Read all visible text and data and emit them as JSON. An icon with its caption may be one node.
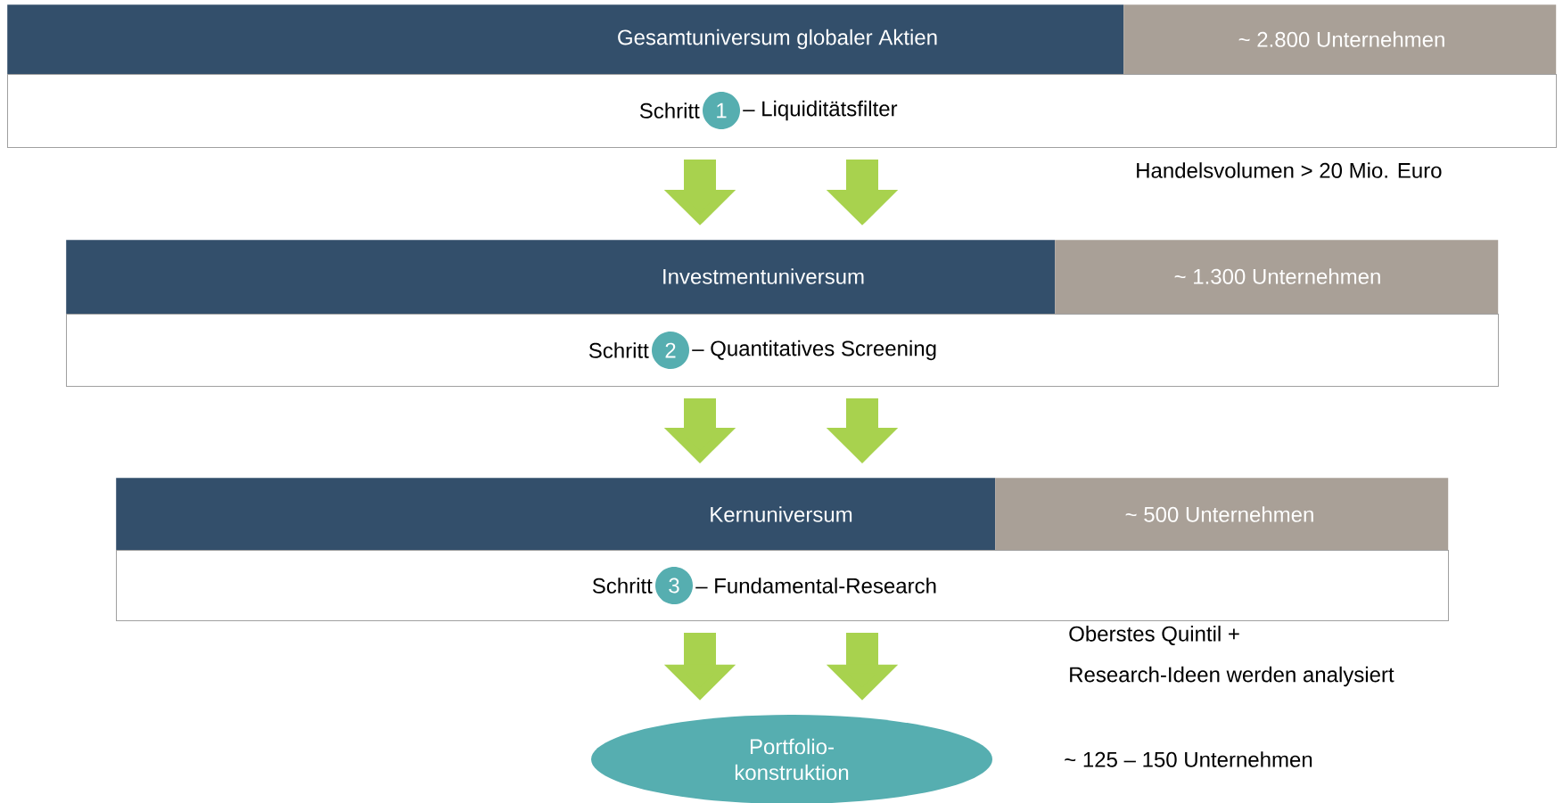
{
  "diagram": {
    "nodes": [
      {
        "text": [
          "Gesamtuniversum globaler Aktien"
        ]
      },
      {
        "text": [
          "~ 2.800 Unternehmen"
        ]
      },
      {
        "text": [
          "Schritt",
          "– Liquiditätsfilter"
        ]
      },
      {
        "text": [
          "1"
        ],
        "in": 2
      },
      {
        "text": [
          "Investmentuniversum"
        ]
      },
      {
        "text": [
          "~ 1.300 Unternehmen"
        ]
      },
      {
        "text": [
          "Schritt",
          "– Quantitatives Screening"
        ]
      },
      {
        "text": [
          "2"
        ],
        "in": 6
      },
      {
        "text": [
          "Kernuniversum"
        ]
      },
      {
        "text": [
          "~ 500 Unternehmen"
        ]
      },
      {
        "text": [
          "Schritt",
          "– Fundamental-Research"
        ]
      },
      {
        "text": [
          "3"
        ],
        "in": 10
      },
      {
        "text": [
          "Portfolio- konstruktion"
        ],
        "beside": [
          "~ 125 – 150 Unternehmen"
        ]
      }
    ],
    "edges": [
      {
        "from": 2,
        "to": 4,
        "arrow": "to"
      },
      {
        "from": 2,
        "to": 4,
        "arrow": "to"
      },
      {
        "from": 6,
        "to": 8,
        "arrow": "to"
      },
      {
        "from": 6,
        "to": 8,
        "arrow": "to"
      },
      {
        "from": 10,
        "to": 12,
        "arrow": "to"
      },
      {
        "from": 10,
        "to": 12,
        "arrow": "to"
      }
    ],
    "labels": [
      "Handelsvolumen > 20 Mio. Euro",
      "Oberstes Quintil +",
      "Research-Ideen werden analysiert"
    ]
  }
}
